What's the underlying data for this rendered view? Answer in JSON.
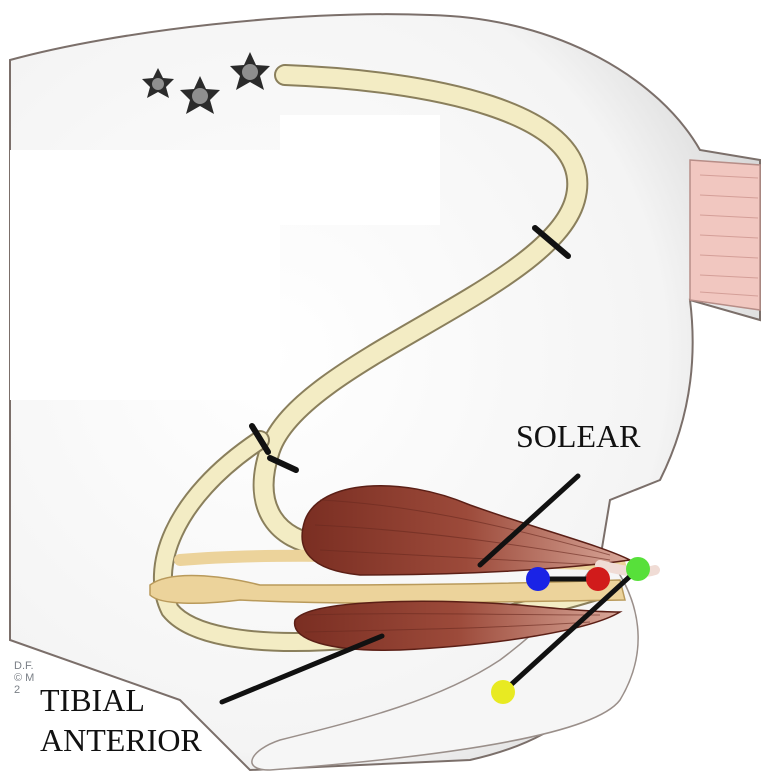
{
  "labels": {
    "solear": "SOLEAR",
    "tibial_line1": "TIBIAL",
    "tibial_line2": "ANTERIOR"
  },
  "credit": {
    "line1": "D.F.",
    "line2": "© M",
    "line3": "2"
  },
  "colors": {
    "background": "#ffffff",
    "fur_shadow": "#cfcfcf",
    "nerve": "#f3ecc4",
    "nerve_outline": "#8a7f5c",
    "bone": "#ecd39b",
    "muscle": "#8a3a2c",
    "tail": "#f1c7c0",
    "marker_blue": "#1a23e6",
    "marker_red": "#d11b1b",
    "marker_green": "#57e03a",
    "marker_yellow": "#e8ea22",
    "lines": "#111111"
  },
  "icons": [
    "star-marker-icon",
    "star-marker-icon",
    "star-marker-icon"
  ]
}
